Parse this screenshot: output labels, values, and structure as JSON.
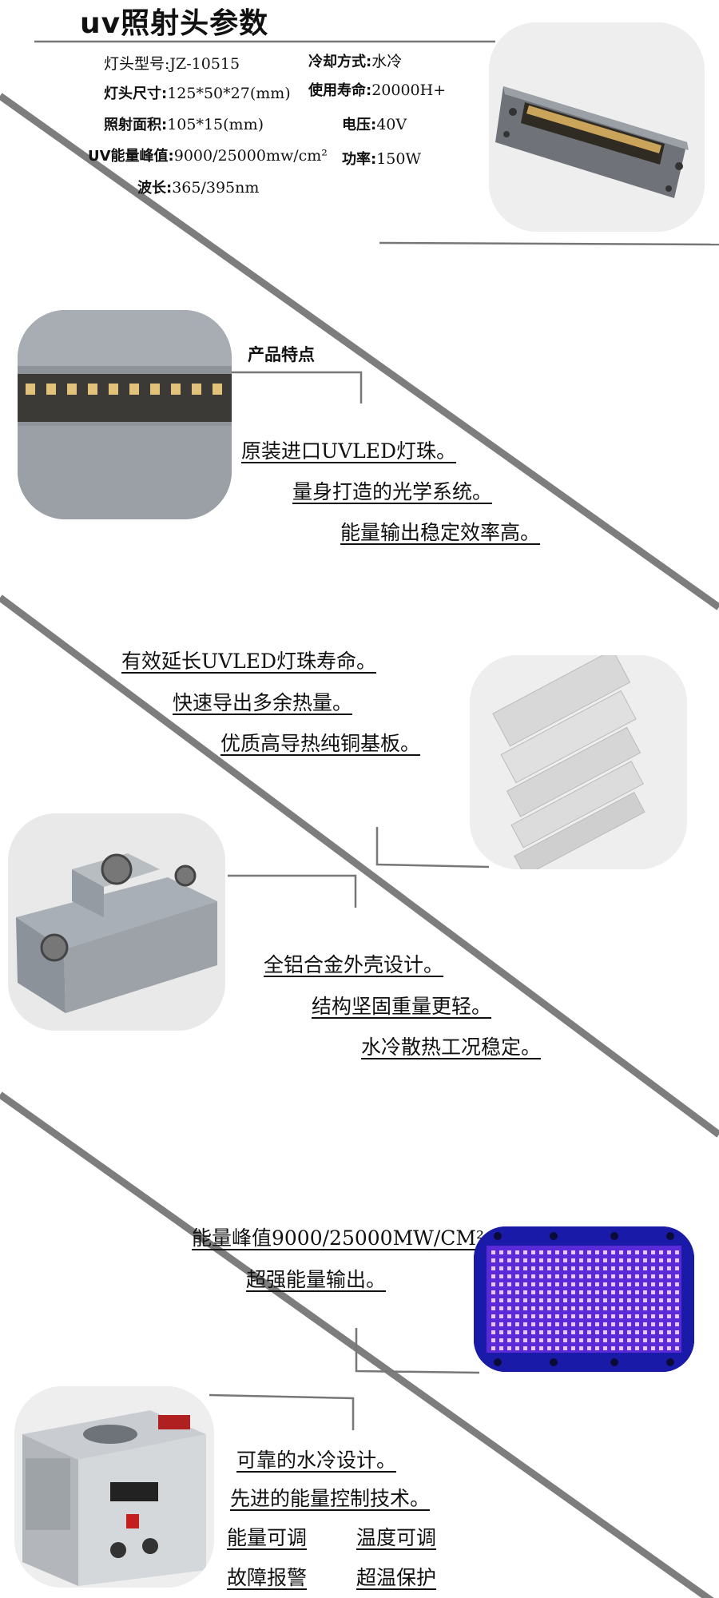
{
  "title": "uv照射头参数",
  "specs": {
    "model_label": "灯头型号:",
    "model_value": "JZ-10515",
    "cooling_label": "冷却方式:",
    "cooling_value": "水冷",
    "size_label": "灯头尺寸:",
    "size_value": "125*50*27(mm)",
    "life_label": "使用寿命:",
    "life_value": "20000H+",
    "area_label": "照射面积:",
    "area_value": "105*15(mm)",
    "voltage_label": "电压:",
    "voltage_value": "40V",
    "peak_label": "UV能量峰值:",
    "peak_value": "9000/25000mw/cm²",
    "power_label": "功率:",
    "power_value": "150W",
    "wave_label": "波长:",
    "wave_value": "365/395nm"
  },
  "section1": {
    "heading": "产品特点",
    "lines": [
      "原装进口UVLED灯珠。",
      "量身打造的光学系统。",
      "能量输出稳定效率高。"
    ]
  },
  "section2": {
    "lines": [
      "有效延长UVLED灯珠寿命。",
      "快速导出多余热量。",
      "优质高导热纯铜基板。"
    ]
  },
  "section3": {
    "lines": [
      "全铝合金外壳设计。",
      "结构坚固重量更轻。",
      "水冷散热工况稳定。"
    ]
  },
  "section4": {
    "lines": [
      "能量峰值9000/25000MW/CM²",
      "超强能量输出。"
    ]
  },
  "section5": {
    "lines": [
      "可靠的水冷设计。",
      "先进的能量控制技术。"
    ],
    "tags": [
      "能量可调",
      "温度可调",
      "故障报警",
      "超温保护"
    ]
  },
  "colors": {
    "diagonal": "#7d7d7d",
    "uv_glow": "#7b2cff",
    "panel_blue": "#2b2bd9"
  }
}
